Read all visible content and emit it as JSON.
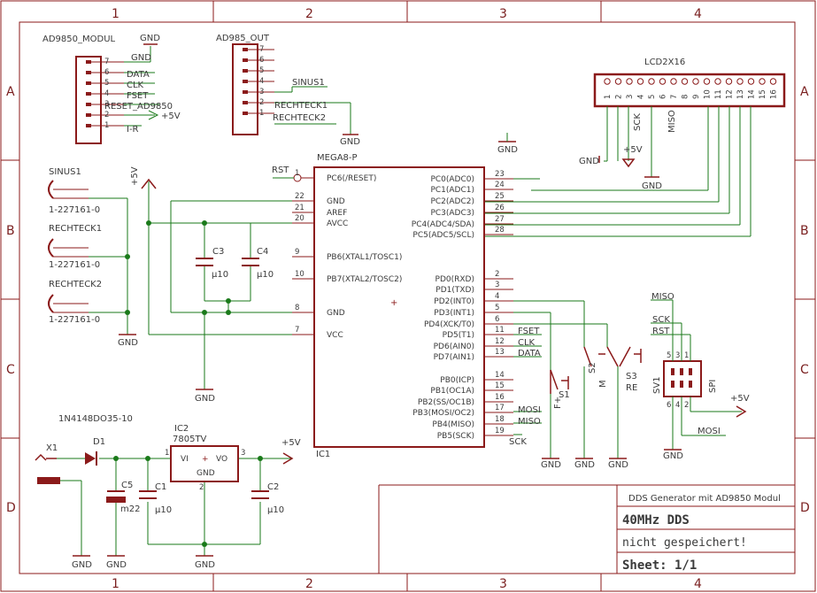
{
  "frame": {
    "columns": [
      "1",
      "2",
      "3",
      "4"
    ],
    "rows": [
      "A",
      "B",
      "C",
      "D"
    ]
  },
  "colors": {
    "frame": "#8b1a1a",
    "wire": "#1a7a1a",
    "text": "#3a3a3a",
    "part": "#8b1a1a"
  },
  "header_ad9850": {
    "name": "AD9850_MODUL",
    "gnd": "GND",
    "pins": [
      {
        "num": "7",
        "sig": "GND"
      },
      {
        "num": "6",
        "sig": "DATA"
      },
      {
        "num": "5",
        "sig": "CLK"
      },
      {
        "num": "4",
        "sig": "FSET"
      },
      {
        "num": "3",
        "sig": "RESET_AD9850"
      },
      {
        "num": "2",
        "sig": "+5V"
      },
      {
        "num": "1",
        "sig": "I-R"
      }
    ]
  },
  "header_out": {
    "name": "AD985_OUT",
    "gnd": "GND",
    "pins": [
      {
        "num": "7",
        "sig": ""
      },
      {
        "num": "6",
        "sig": ""
      },
      {
        "num": "5",
        "sig": ""
      },
      {
        "num": "4",
        "sig": "SINUS1"
      },
      {
        "num": "3",
        "sig": ""
      },
      {
        "num": "2",
        "sig": "RECHTECK1"
      },
      {
        "num": "1",
        "sig": "RECHTECK2"
      }
    ]
  },
  "lcd": {
    "name": "LCD2X16",
    "pins": [
      "1",
      "2",
      "3",
      "4",
      "5",
      "6",
      "7",
      "8",
      "9",
      "10",
      "11",
      "12",
      "13",
      "14",
      "15",
      "16"
    ],
    "sck": "SCK",
    "miso": "MISO",
    "gnd1": "GND",
    "gnd2": "GND",
    "vcc": "+5V"
  },
  "gnd_mid": "GND",
  "connectors": [
    {
      "name": "SINUS1",
      "part": "1-227161-0"
    },
    {
      "name": "RECHTECK1",
      "part": "1-227161-0"
    },
    {
      "name": "RECHTECK2",
      "part": "1-227161-0"
    }
  ],
  "conn_gnd": "GND",
  "vcc_left": "+5V",
  "caps_mid": [
    {
      "name": "C3",
      "value": "µ10"
    },
    {
      "name": "C4",
      "value": "µ10"
    }
  ],
  "gnd_caps": "GND",
  "mcu": {
    "name": "MEGA8-P",
    "ref": "IC1",
    "rst_net": "RST",
    "left_pins": [
      {
        "num": "1",
        "name": "PC6(/RESET)"
      },
      {
        "num": "22",
        "name": "GND"
      },
      {
        "num": "21",
        "name": "AREF"
      },
      {
        "num": "20",
        "name": "AVCC"
      },
      {
        "num": "9",
        "name": "PB6(XTAL1/TOSC1)"
      },
      {
        "num": "10",
        "name": "PB7(XTAL2/TOSC2)"
      },
      {
        "num": "8",
        "name": "GND"
      },
      {
        "num": "7",
        "name": "VCC"
      }
    ],
    "right_pins": [
      {
        "num": "23",
        "name": "PC0(ADC0)"
      },
      {
        "num": "24",
        "name": "PC1(ADC1)"
      },
      {
        "num": "25",
        "name": "PC2(ADC2)"
      },
      {
        "num": "26",
        "name": "PC3(ADC3)"
      },
      {
        "num": "27",
        "name": "PC4(ADC4/SDA)"
      },
      {
        "num": "28",
        "name": "PC5(ADC5/SCL)"
      },
      {
        "num": "2",
        "name": "PD0(RXD)"
      },
      {
        "num": "3",
        "name": "PD1(TXD)"
      },
      {
        "num": "4",
        "name": "PD2(INT0)"
      },
      {
        "num": "5",
        "name": "PD3(INT1)"
      },
      {
        "num": "6",
        "name": "PD4(XCK/T0)"
      },
      {
        "num": "11",
        "name": "PD5(T1)"
      },
      {
        "num": "12",
        "name": "PD6(AIN0)"
      },
      {
        "num": "13",
        "name": "PD7(AIN1)"
      },
      {
        "num": "14",
        "name": "PB0(ICP)"
      },
      {
        "num": "15",
        "name": "PB1(OC1A)"
      },
      {
        "num": "16",
        "name": "PB2(SS/OC1B)"
      },
      {
        "num": "17",
        "name": "PB3(MOSI/OC2)"
      },
      {
        "num": "18",
        "name": "PB4(MISO)"
      },
      {
        "num": "19",
        "name": "PB5(SCK)"
      }
    ],
    "nets": {
      "fset": "FSET",
      "clk": "CLK",
      "data": "DATA",
      "mosi": "MOSI",
      "miso": "MISO",
      "sck": "SCK"
    }
  },
  "switches": [
    {
      "name": "S1",
      "func": "F+"
    },
    {
      "name": "S2",
      "func": "M"
    },
    {
      "name": "S3",
      "func": "RE"
    }
  ],
  "switch_gnd": "GND",
  "spi": {
    "name": "SV1",
    "label": "SPI",
    "nets": {
      "miso": "MISO",
      "sck": "SCK",
      "rst": "RST",
      "mosi": "MOSI",
      "vcc": "+5V",
      "gnd": "GND"
    },
    "pins": [
      "5",
      "3",
      "1",
      "6",
      "4",
      "2"
    ]
  },
  "power": {
    "diode_part": "1N4148DO35-10",
    "diode": "D1",
    "jack": "X1",
    "reg": {
      "name": "IC2",
      "part": "7805TV",
      "vi": "VI",
      "vo": "VO",
      "gnd": "GND",
      "pin1": "1",
      "pin2": "2",
      "pin3": "3"
    },
    "out": "+5V",
    "c5": {
      "name": "C5",
      "value": "m22"
    },
    "c1": {
      "name": "C1",
      "value": "µ10"
    },
    "c2": {
      "name": "C2",
      "value": "µ10"
    },
    "gnds": [
      "GND",
      "GND",
      "GND"
    ]
  },
  "titleblock": {
    "title": "DDS Generator mit AD9850 Modul",
    "subtitle": "40MHz DDS",
    "status": "nicht gespeichert!",
    "sheet": "Sheet: 1/1"
  }
}
